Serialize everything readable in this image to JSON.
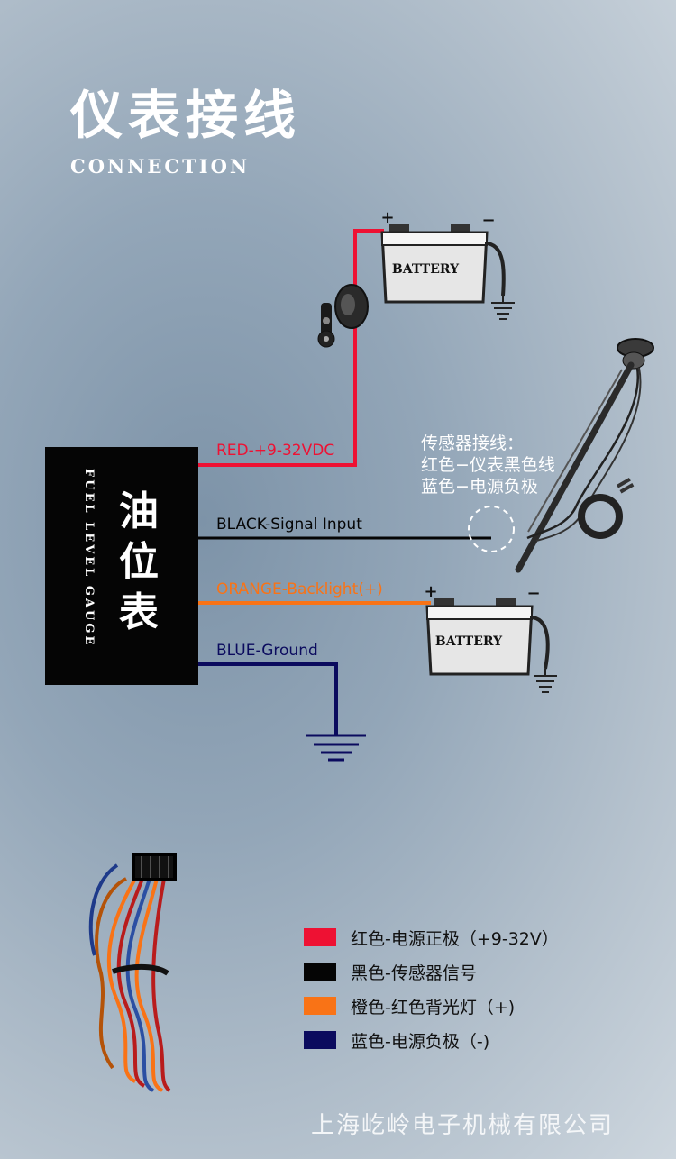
{
  "title": {
    "cn": "仪表接线",
    "en": "CONNECTION"
  },
  "gauge": {
    "en": "FUEL LEVEL GAUGE",
    "cn": "油位表"
  },
  "wires": {
    "red": "RED-+9-32VDC",
    "black": "BLACK-Signal Input",
    "orange": "ORANGE-Backlight(+)",
    "blue": "BLUE-Ground"
  },
  "battery_label": "BATTERY",
  "battery_plus": "+",
  "battery_minus": "−",
  "sensor_note": {
    "line1": "传感器接线：",
    "line2": "红色−仪表黑色线",
    "line3": "蓝色−电源负极"
  },
  "legend": [
    {
      "color": "#ee1133",
      "text": "红色-电源正极（+9-32V）"
    },
    {
      "color": "#050505",
      "text": "黑色-传感器信号"
    },
    {
      "color": "#f97316",
      "text": "橙色-红色背光灯（+)"
    },
    {
      "color": "#0b0b5e",
      "text": "蓝色-电源负极（-)"
    }
  ],
  "company": "上海屹岭电子机械有限公司",
  "colors": {
    "red": "#ee1133",
    "black": "#050505",
    "orange": "#f97316",
    "blue": "#0b0b5e"
  }
}
